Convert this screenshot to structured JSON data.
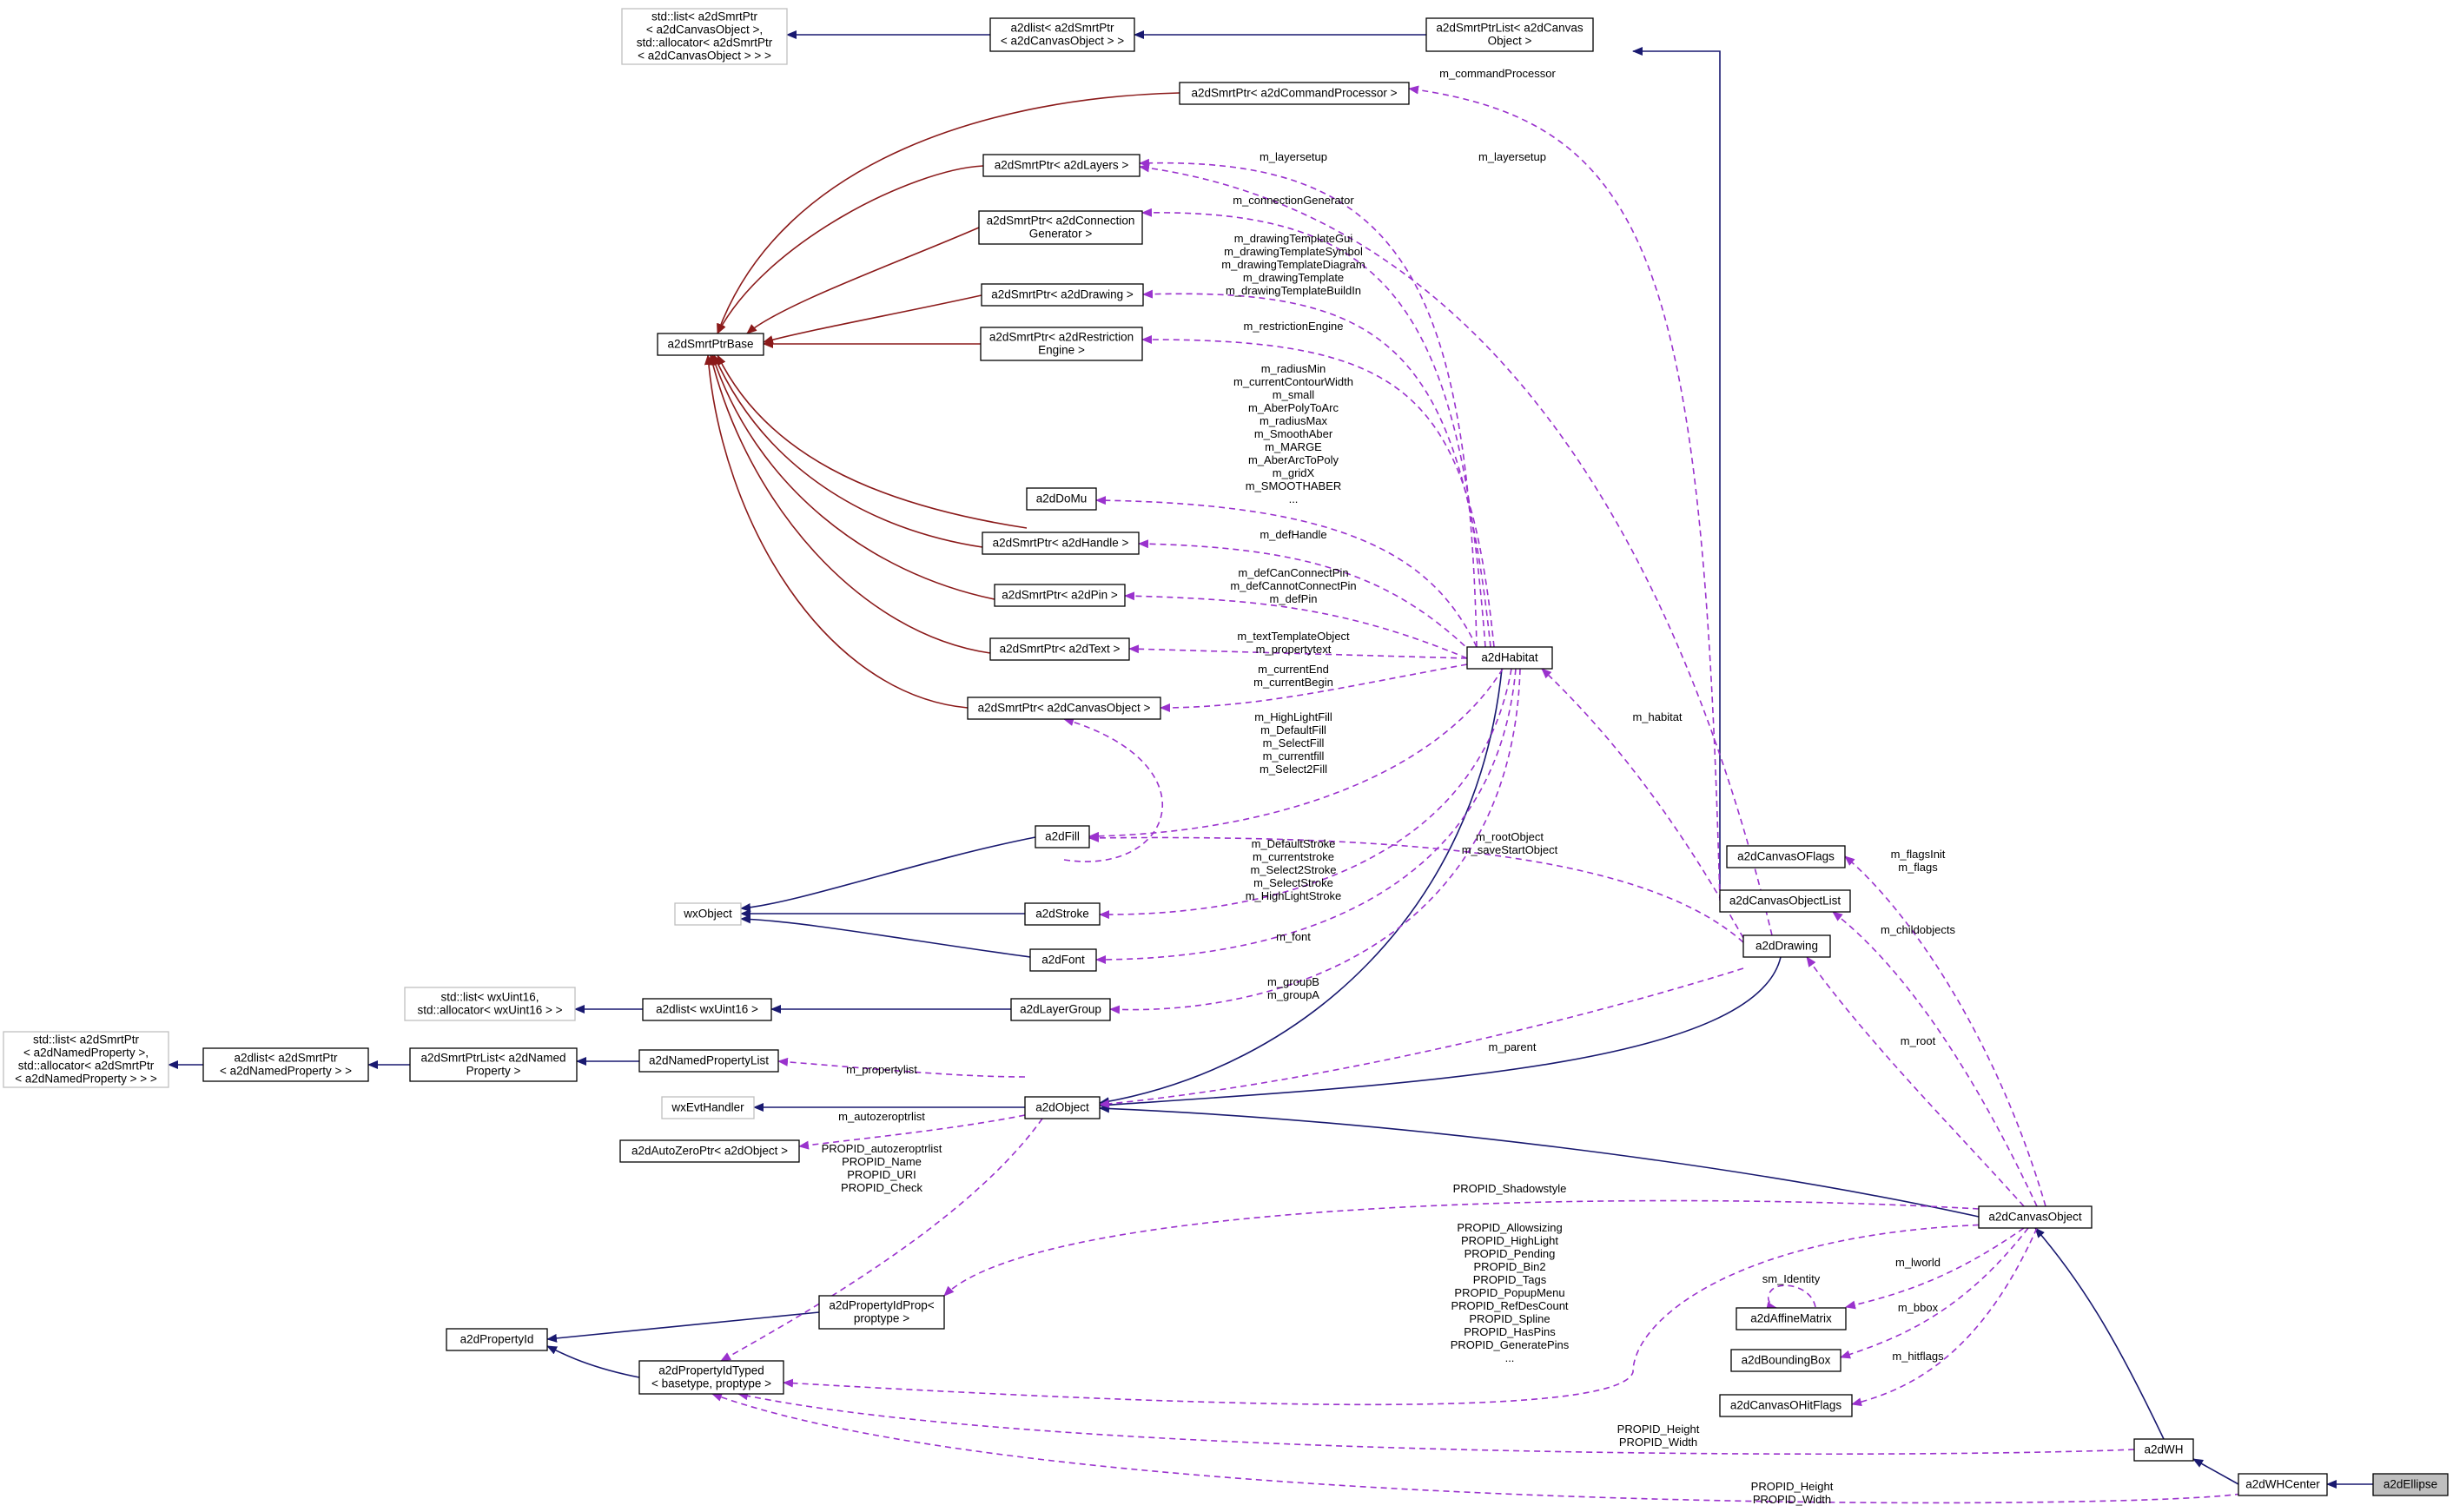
{
  "colors": {
    "background": "#ffffff",
    "node_border": "#000000",
    "node_border_gray": "#bfbfbf",
    "node_highlight_fill": "#bfbfbf",
    "inheritance_edge": "#191970",
    "smrtptr_base_edge": "#8b1a1a",
    "usage_edge": "#9a32cd"
  },
  "nodes": [
    {
      "id": "stdlist_canvas",
      "lines": [
        "std::list< a2dSmrtPtr",
        "< a2dCanvasObject >,",
        "std::allocator< a2dSmrtPtr",
        "< a2dCanvasObject > > >"
      ],
      "style": "gray"
    },
    {
      "id": "dlist_canvas",
      "lines": [
        "a2dlist< a2dSmrtPtr",
        "< a2dCanvasObject > >"
      ],
      "style": "normal"
    },
    {
      "id": "ptrlist_canvas",
      "lines": [
        "a2dSmrtPtrList< a2dCanvas",
        "Object >"
      ],
      "style": "normal"
    },
    {
      "id": "sp_cmdproc",
      "lines": [
        "a2dSmrtPtr< a2dCommandProcessor >"
      ],
      "style": "normal"
    },
    {
      "id": "sp_layers",
      "lines": [
        "a2dSmrtPtr< a2dLayers >"
      ],
      "style": "normal"
    },
    {
      "id": "sp_conngen",
      "lines": [
        "a2dSmrtPtr< a2dConnection",
        "Generator >"
      ],
      "style": "normal"
    },
    {
      "id": "sp_drawing",
      "lines": [
        "a2dSmrtPtr< a2dDrawing >"
      ],
      "style": "normal"
    },
    {
      "id": "sp_restr",
      "lines": [
        "a2dSmrtPtr< a2dRestriction",
        "Engine >"
      ],
      "style": "normal"
    },
    {
      "id": "smrtptrbase",
      "lines": [
        "a2dSmrtPtrBase"
      ],
      "style": "normal"
    },
    {
      "id": "domu",
      "lines": [
        "a2dDoMu"
      ],
      "style": "normal"
    },
    {
      "id": "sp_handle",
      "lines": [
        "a2dSmrtPtr< a2dHandle >"
      ],
      "style": "normal"
    },
    {
      "id": "sp_pin",
      "lines": [
        "a2dSmrtPtr< a2dPin >"
      ],
      "style": "normal"
    },
    {
      "id": "sp_text",
      "lines": [
        "a2dSmrtPtr< a2dText >"
      ],
      "style": "normal"
    },
    {
      "id": "sp_canvasobj",
      "lines": [
        "a2dSmrtPtr< a2dCanvasObject >"
      ],
      "style": "normal"
    },
    {
      "id": "habitat",
      "lines": [
        "a2dHabitat"
      ],
      "style": "normal"
    },
    {
      "id": "fill",
      "lines": [
        "a2dFill"
      ],
      "style": "normal"
    },
    {
      "id": "wxobject",
      "lines": [
        "wxObject"
      ],
      "style": "gray"
    },
    {
      "id": "stroke",
      "lines": [
        "a2dStroke"
      ],
      "style": "normal"
    },
    {
      "id": "font",
      "lines": [
        "a2dFont"
      ],
      "style": "normal"
    },
    {
      "id": "stdlist_uint16",
      "lines": [
        "std::list< wxUint16,",
        "std::allocator< wxUint16 > >"
      ],
      "style": "gray"
    },
    {
      "id": "dlist_uint16",
      "lines": [
        "a2dlist< wxUint16 >"
      ],
      "style": "normal"
    },
    {
      "id": "layergroup",
      "lines": [
        "a2dLayerGroup"
      ],
      "style": "normal"
    },
    {
      "id": "stdlist_named",
      "lines": [
        "std::list< a2dSmrtPtr",
        "< a2dNamedProperty >,",
        "std::allocator< a2dSmrtPtr",
        "< a2dNamedProperty > > >"
      ],
      "style": "gray"
    },
    {
      "id": "dlist_named",
      "lines": [
        "a2dlist< a2dSmrtPtr",
        "< a2dNamedProperty > >"
      ],
      "style": "normal"
    },
    {
      "id": "ptrlist_named",
      "lines": [
        "a2dSmrtPtrList< a2dNamed",
        "Property >"
      ],
      "style": "normal"
    },
    {
      "id": "namedproplist",
      "lines": [
        "a2dNamedPropertyList"
      ],
      "style": "normal"
    },
    {
      "id": "wxevthandler",
      "lines": [
        "wxEvtHandler"
      ],
      "style": "gray"
    },
    {
      "id": "object",
      "lines": [
        "a2dObject"
      ],
      "style": "normal"
    },
    {
      "id": "autozero",
      "lines": [
        "a2dAutoZeroPtr< a2dObject >"
      ],
      "style": "normal"
    },
    {
      "id": "canvasoflags",
      "lines": [
        "a2dCanvasOFlags"
      ],
      "style": "normal"
    },
    {
      "id": "canvasobjlist",
      "lines": [
        "a2dCanvasObjectList"
      ],
      "style": "normal"
    },
    {
      "id": "drawing",
      "lines": [
        "a2dDrawing"
      ],
      "style": "normal"
    },
    {
      "id": "canvasobject",
      "lines": [
        "a2dCanvasObject"
      ],
      "style": "normal"
    },
    {
      "id": "affine",
      "lines": [
        "a2dAffineMatrix"
      ],
      "style": "normal"
    },
    {
      "id": "bbox",
      "lines": [
        "a2dBoundingBox"
      ],
      "style": "normal"
    },
    {
      "id": "hitflags",
      "lines": [
        "a2dCanvasOHitFlags"
      ],
      "style": "normal"
    },
    {
      "id": "propid",
      "lines": [
        "a2dPropertyId"
      ],
      "style": "normal"
    },
    {
      "id": "propidprop",
      "lines": [
        "a2dPropertyIdProp<",
        "proptype >"
      ],
      "style": "normal"
    },
    {
      "id": "propidtyped",
      "lines": [
        "a2dPropertyIdTyped",
        "< basetype, proptype >"
      ],
      "style": "normal"
    },
    {
      "id": "wh",
      "lines": [
        "a2dWH"
      ],
      "style": "normal"
    },
    {
      "id": "whcenter",
      "lines": [
        "a2dWHCenter"
      ],
      "style": "normal"
    },
    {
      "id": "ellipse",
      "lines": [
        "a2dEllipse"
      ],
      "style": "highlight"
    }
  ],
  "edge_labels": [
    {
      "id": "lbl_cmdproc",
      "lines": [
        "m_commandProcessor"
      ]
    },
    {
      "id": "lbl_layersetup_a",
      "lines": [
        "m_layersetup"
      ]
    },
    {
      "id": "lbl_layersetup_b",
      "lines": [
        "m_layersetup"
      ]
    },
    {
      "id": "lbl_conngen",
      "lines": [
        "m_connectionGenerator"
      ]
    },
    {
      "id": "lbl_templates",
      "lines": [
        "m_drawingTemplateGui",
        "m_drawingTemplateSymbol",
        "m_drawingTemplateDiagram",
        "m_drawingTemplate",
        "m_drawingTemplateBuildIn"
      ]
    },
    {
      "id": "lbl_restr",
      "lines": [
        "m_restrictionEngine"
      ]
    },
    {
      "id": "lbl_domu",
      "lines": [
        "m_radiusMin",
        "m_currentContourWidth",
        "m_small",
        "m_AberPolyToArc",
        "m_radiusMax",
        "m_SmoothAber",
        "m_MARGE",
        "m_AberArcToPoly",
        "m_gridX",
        "m_SMOOTHABER",
        "..."
      ]
    },
    {
      "id": "lbl_handle",
      "lines": [
        "m_defHandle"
      ]
    },
    {
      "id": "lbl_pin",
      "lines": [
        "m_defCanConnectPin",
        "m_defCannotConnectPin",
        "m_defPin"
      ]
    },
    {
      "id": "lbl_text",
      "lines": [
        "m_textTemplateObject",
        "m_propertytext"
      ]
    },
    {
      "id": "lbl_canvasobj",
      "lines": [
        "m_currentEnd",
        "m_currentBegin"
      ]
    },
    {
      "id": "lbl_fill",
      "lines": [
        "m_HighLightFill",
        "m_DefaultFill",
        "m_SelectFill",
        "m_currentfill",
        "m_Select2Fill"
      ]
    },
    {
      "id": "lbl_stroke",
      "lines": [
        "m_DefaultStroke",
        "m_currentstroke",
        "m_Select2Stroke",
        "m_SelectStroke",
        "m_HighLightStroke"
      ]
    },
    {
      "id": "lbl_font",
      "lines": [
        "m_font"
      ]
    },
    {
      "id": "lbl_group",
      "lines": [
        "m_groupB",
        "m_groupA"
      ]
    },
    {
      "id": "lbl_rootobj",
      "lines": [
        "m_rootObject",
        "m_saveStartObject"
      ]
    },
    {
      "id": "lbl_habitat",
      "lines": [
        "m_habitat"
      ]
    },
    {
      "id": "lbl_flags",
      "lines": [
        "m_flagsInit",
        "m_flags"
      ]
    },
    {
      "id": "lbl_childobjects",
      "lines": [
        "m_childobjects"
      ]
    },
    {
      "id": "lbl_root",
      "lines": [
        "m_root"
      ]
    },
    {
      "id": "lbl_parent",
      "lines": [
        "m_parent"
      ]
    },
    {
      "id": "lbl_proplist",
      "lines": [
        "m_propertylist"
      ]
    },
    {
      "id": "lbl_autozero",
      "lines": [
        "m_autozeroptrlist"
      ]
    },
    {
      "id": "lbl_propid_obj",
      "lines": [
        "PROPID_autozeroptrlist",
        "PROPID_Name",
        "PROPID_URI",
        "PROPID_Check"
      ]
    },
    {
      "id": "lbl_shadow",
      "lines": [
        "PROPID_Shadowstyle"
      ]
    },
    {
      "id": "lbl_propid_co",
      "lines": [
        "PROPID_Allowsizing",
        "PROPID_HighLight",
        "PROPID_Pending",
        "PROPID_Bin2",
        "PROPID_Tags",
        "PROPID_PopupMenu",
        "PROPID_RefDesCount",
        "PROPID_Spline",
        "PROPID_HasPins",
        "PROPID_GeneratePins",
        "..."
      ]
    },
    {
      "id": "lbl_identity",
      "lines": [
        "sm_Identity"
      ]
    },
    {
      "id": "lbl_iworld",
      "lines": [
        "m_lworld"
      ]
    },
    {
      "id": "lbl_bbox",
      "lines": [
        "m_bbox"
      ]
    },
    {
      "id": "lbl_hitflags",
      "lines": [
        "m_hitflags"
      ]
    },
    {
      "id": "lbl_wh",
      "lines": [
        "PROPID_Height",
        "PROPID_Width"
      ]
    },
    {
      "id": "lbl_whc",
      "lines": [
        "PROPID_Height",
        "PROPID_Width"
      ]
    }
  ]
}
